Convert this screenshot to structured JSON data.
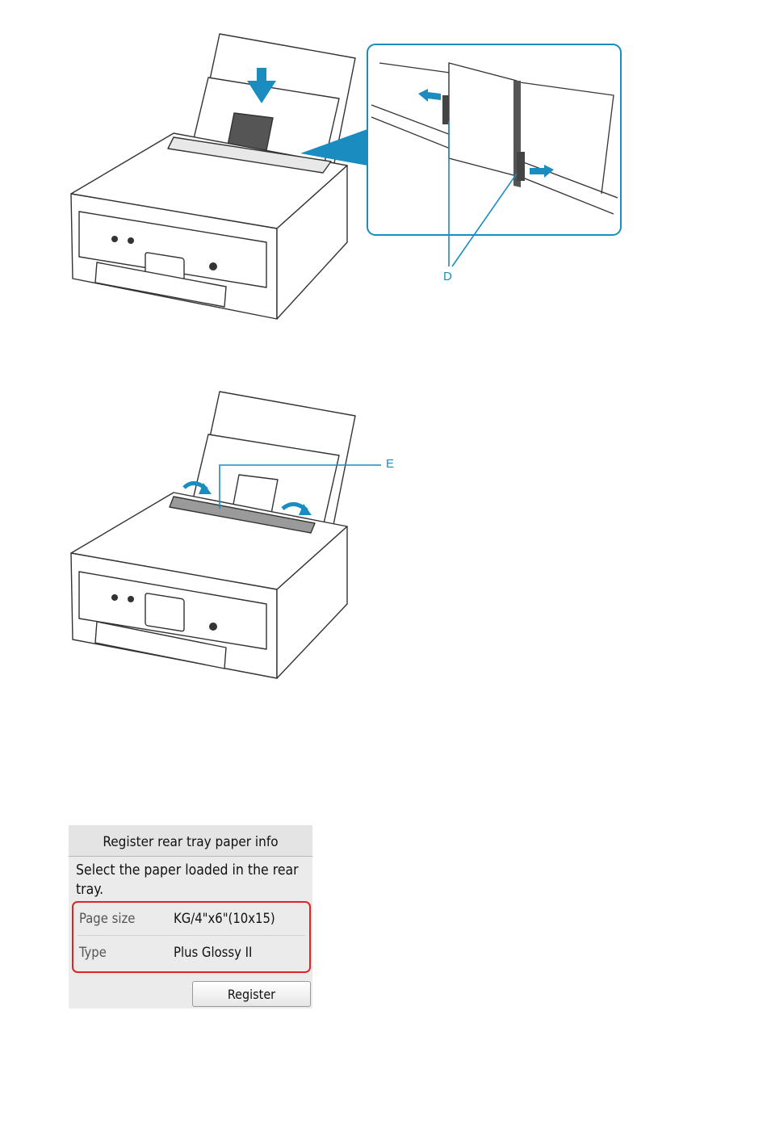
{
  "figure1": {
    "callout_label": "D"
  },
  "figure2": {
    "callout_label": "E"
  },
  "lcd": {
    "title": "Register rear tray paper info",
    "message": "Select the paper loaded in the rear tray.",
    "page_size_label": "Page size",
    "page_size_value": "KG/4\"x6\"(10x15)",
    "type_label": "Type",
    "type_value": "Plus Glossy II",
    "register_button": "Register"
  },
  "colors": {
    "callout": "#1a8cc0",
    "highlight_border": "#e02424",
    "lcd_background": "#ebebeb"
  }
}
